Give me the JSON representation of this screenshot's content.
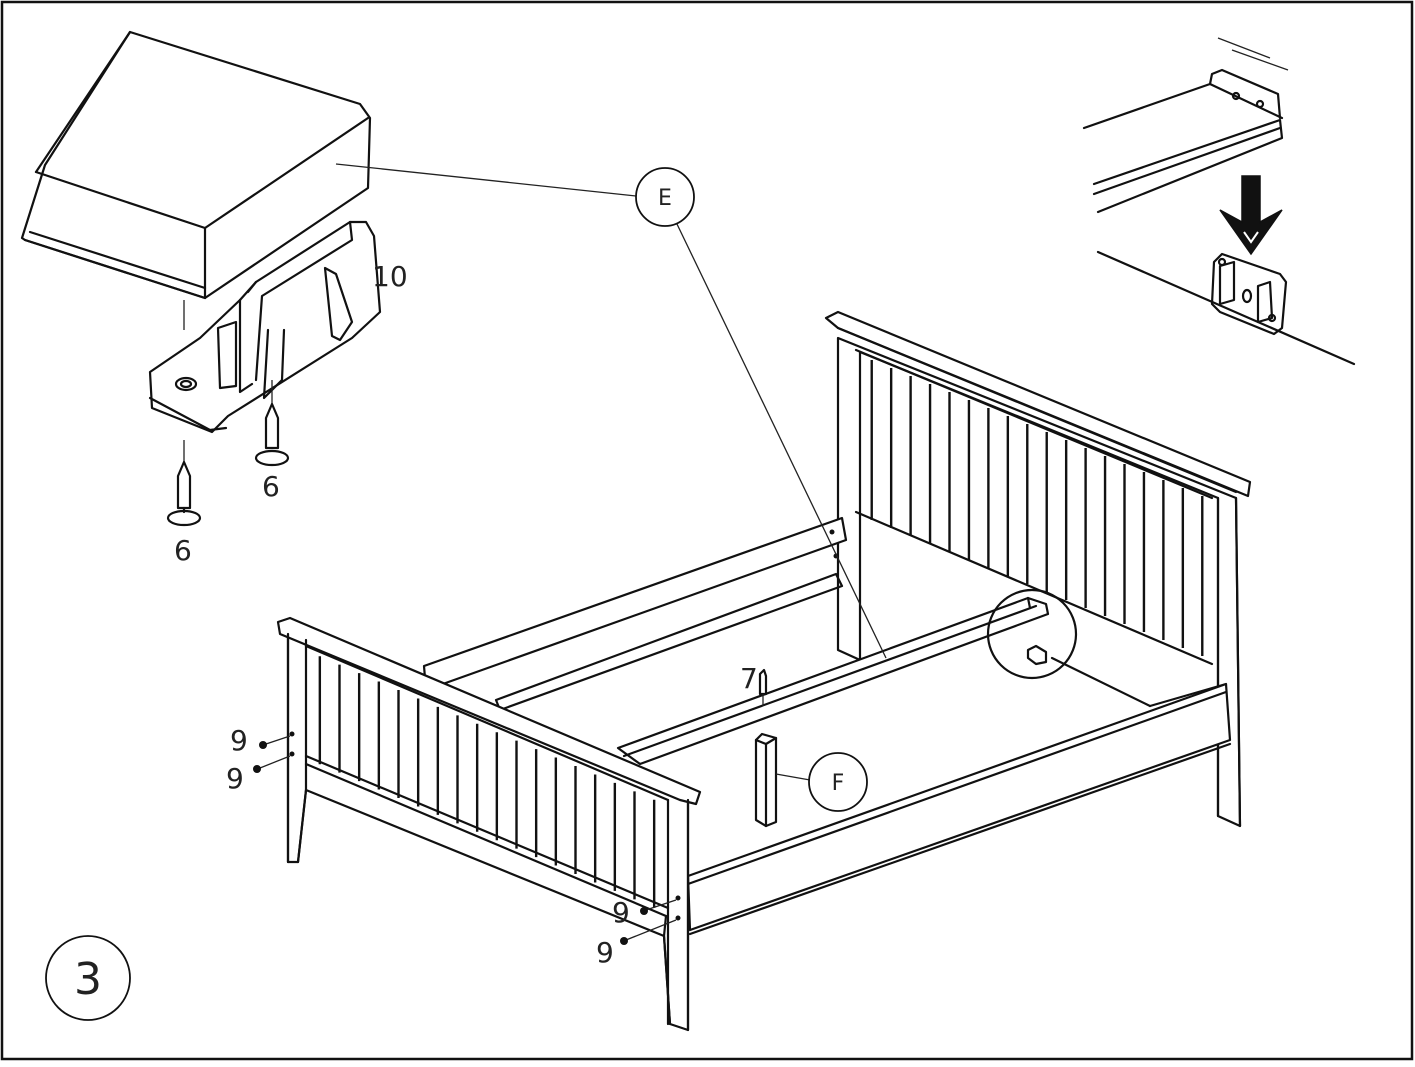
{
  "step": "3",
  "callouts": {
    "e": "E",
    "f": "F"
  },
  "part_labels": {
    "bracket": "10",
    "screw_a": "6",
    "screw_b": "6",
    "pin": "7",
    "bolt_a": "9",
    "bolt_b": "9",
    "bolt_c": "9",
    "bolt_d": "9"
  },
  "icons": [
    "center-rail-icon",
    "bracket-icon",
    "screw-icon",
    "bed-frame-icon",
    "rail-hook-detail-icon",
    "down-arrow-icon"
  ],
  "colors": {
    "line": "#111111",
    "background": "#ffffff"
  }
}
